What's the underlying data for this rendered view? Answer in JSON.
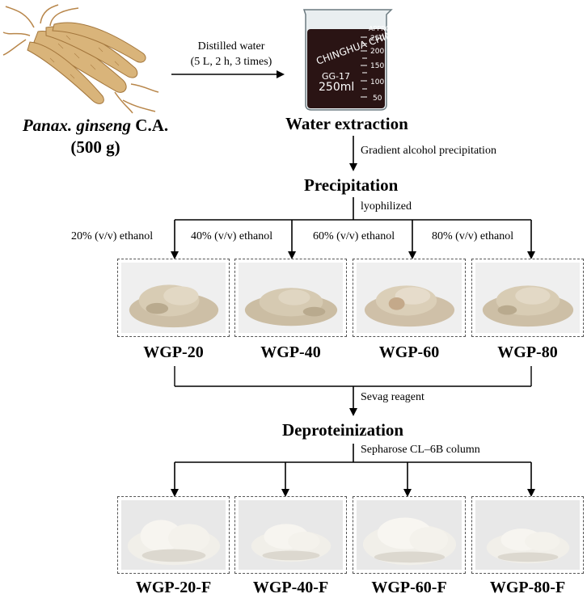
{
  "source": {
    "name_italic": "Panax. ginseng",
    "name_suffix": " C.A.",
    "amount": "(500 g)"
  },
  "step1": {
    "label": "Distilled water",
    "detail": "(5 L, 2 h, 3 times)"
  },
  "beaker": {
    "brand": "CHINGHUA CHINA",
    "volume": "250ml",
    "marks": [
      "250",
      "200",
      "150",
      "100",
      "50"
    ],
    "model": "GG-17",
    "approx": "APPROX"
  },
  "water_extraction": "Water extraction",
  "gradient": "Gradient alcohol precipitation",
  "precipitation": "Precipitation",
  "lyophilized": "lyophilized",
  "ethanol": [
    "20% (v/v) ethanol",
    "40% (v/v) ethanol",
    "60% (v/v) ethanol",
    "80% (v/v) ethanol"
  ],
  "fractions": [
    "WGP-20",
    "WGP-40",
    "WGP-60",
    "WGP-80"
  ],
  "sevag": "Sevag reagent",
  "deproteinization": "Deproteinization",
  "column": "Sepharose CL–6B column",
  "purified": [
    "WGP-20-F",
    "WGP-40-F",
    "WGP-60-F",
    "WGP-80-F"
  ],
  "colors": {
    "ginseng": "#d9b47a",
    "extract": "#2a1414",
    "powder": "#cdbfa6",
    "purified_powder": "#f1efe9"
  }
}
